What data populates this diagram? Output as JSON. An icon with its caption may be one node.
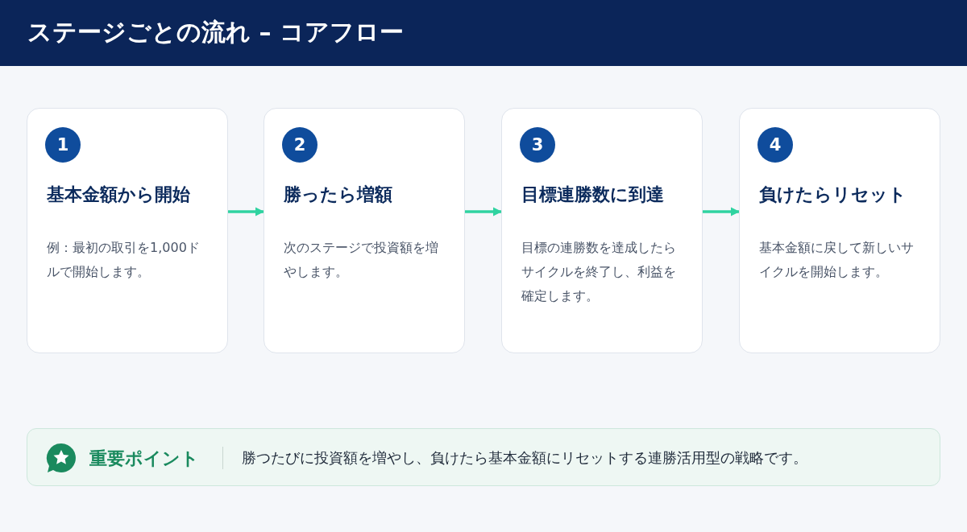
{
  "diagram": {
    "title": "ステージごとの流れ – コアフロー",
    "nodes": [
      {
        "text": [
          "1",
          "基本金額から開始",
          "例：最初の取引を1,000ドルで開始します。"
        ]
      },
      {
        "text": [
          "2",
          "勝ったら増額",
          "次のステージで投資額を増やします。"
        ]
      },
      {
        "text": [
          "3",
          "目標連勝数に到達",
          "目標の連勝数を達成したらサイクルを終了し、利益を確定します。"
        ]
      },
      {
        "text": [
          "4",
          "負けたらリセット",
          "基本金額に戻して新しいサイクルを開始します。"
        ]
      },
      {
        "text": [
          "重要ポイント",
          "勝つたびに投資額を増やし、負けたら基本金額にリセットする連勝活用型の戦略です。"
        ]
      }
    ],
    "edges": [
      {
        "from": 0,
        "to": 1,
        "arrow": "to"
      },
      {
        "from": 1,
        "to": 2,
        "arrow": "to"
      },
      {
        "from": 2,
        "to": 3,
        "arrow": "to"
      }
    ]
  }
}
